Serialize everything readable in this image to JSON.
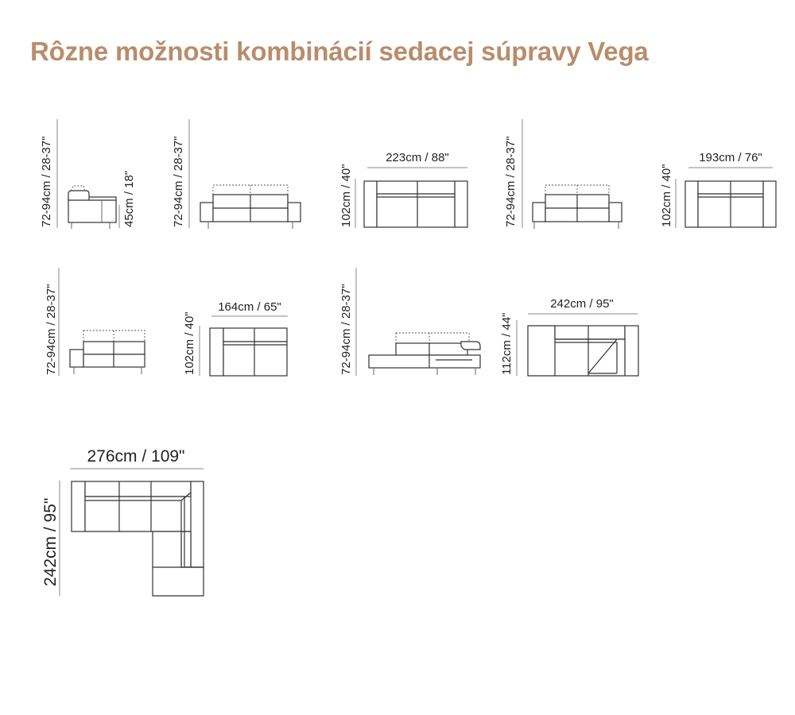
{
  "page": {
    "title": "Rôzne možnosti kombinácií sedacej súpravy Vega",
    "title_color": "#b98c6c",
    "line_color": "#333333"
  },
  "dimensions": {
    "height_back": "72-94cm / 28-37\"",
    "seat_height": "45cm / 18\"",
    "depth_102": "102cm / 40\"",
    "depth_112": "112cm / 44\"",
    "depth_242": "242cm / 95\"",
    "width_223": "223cm / 88\"",
    "width_193": "193cm / 76\"",
    "width_164": "164cm / 65\"",
    "width_242": "242cm / 95\"",
    "width_276": "276cm / 109\""
  }
}
